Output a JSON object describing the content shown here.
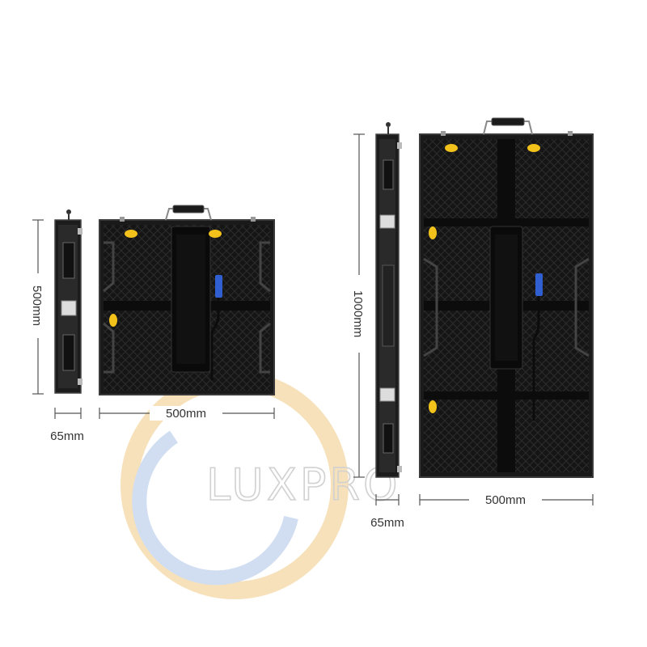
{
  "colors": {
    "panel_dark": "#141414",
    "panel_frame": "#2a2a2a",
    "accent_yellow": "#f2c21b",
    "accent_blue": "#2f5fd0",
    "dim_line": "#555555",
    "watermark_orange": "#f5dcae",
    "watermark_blue": "#c9d9f0"
  },
  "small_cabinet": {
    "height_label": "500mm",
    "width_label": "500mm",
    "depth_label": "65mm"
  },
  "large_cabinet": {
    "height_label": "1000mm",
    "width_label": "500mm",
    "depth_label": "65mm"
  },
  "watermark": {
    "logo_text": "LUXPRO",
    "shape": "ring-logo"
  },
  "icons": {
    "carry_handle": "carry-handle-icon",
    "lock": "cabinet-lock-icon",
    "power_connector": "power-connector-icon"
  }
}
